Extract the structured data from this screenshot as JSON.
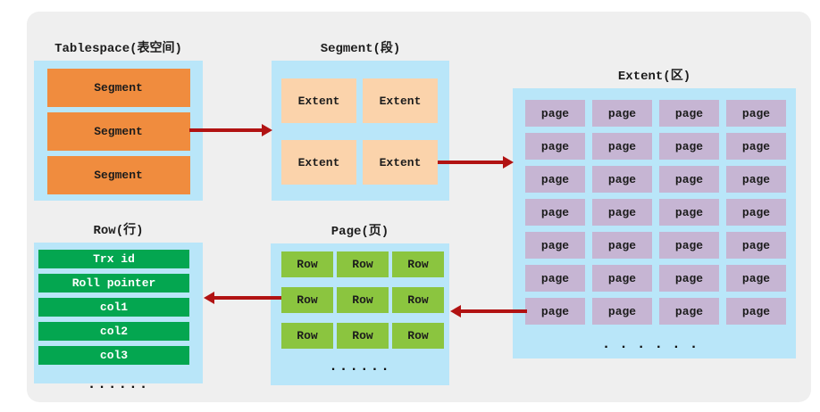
{
  "tablespace": {
    "title": "Tablespace(表空间)",
    "items": [
      "Segment",
      "Segment",
      "Segment"
    ]
  },
  "segment": {
    "title": "Segment(段)",
    "items": [
      "Extent",
      "Extent",
      "Extent",
      "Extent"
    ]
  },
  "extent": {
    "title": "Extent(区)",
    "item_label": "page",
    "grid": {
      "rows": 7,
      "cols": 4
    },
    "ellipsis": "......"
  },
  "page": {
    "title": "Page(页)",
    "item_label": "Row",
    "grid": {
      "rows": 3,
      "cols": 3
    },
    "ellipsis": "......"
  },
  "row": {
    "title": "Row(行)",
    "fields": [
      "Trx id",
      "Roll pointer",
      "col1",
      "col2",
      "col3"
    ],
    "ellipsis": "......"
  },
  "colors": {
    "card_bg": "#efefef",
    "panel_blue": "#b9e6f9",
    "segment_orange": "#f08c3e",
    "extent_peach": "#fbd3ab",
    "page_purple": "#c6b5d3",
    "row_green": "#8bc53f",
    "field_green": "#04a650",
    "arrow_red": "#b11212",
    "text_dark": "#1c1c1c",
    "field_text": "#ffffff"
  }
}
